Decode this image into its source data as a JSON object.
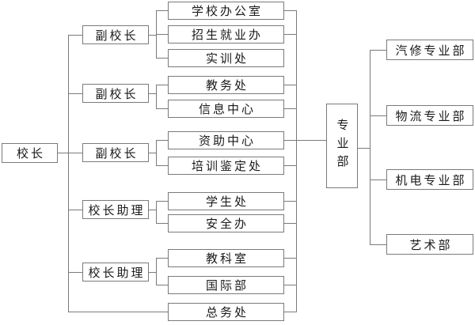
{
  "org_chart": {
    "principal": {
      "label": "校长"
    },
    "managers": [
      {
        "label": "副校长",
        "departments": [
          "学校办公室",
          "招生就业办",
          "实训处"
        ]
      },
      {
        "label": "副校长",
        "departments": [
          "教务处",
          "信息中心"
        ]
      },
      {
        "label": "副校长",
        "departments": [
          "资助中心",
          "培训鉴定处"
        ]
      },
      {
        "label": "校长助理",
        "departments": [
          "学生处",
          "安全办"
        ]
      },
      {
        "label": "校长助理",
        "departments": [
          "教科室",
          "国际部"
        ]
      }
    ],
    "direct_departments": [
      "总务处"
    ],
    "professional_division": {
      "label": "专业部",
      "sub_departments": [
        "汽修专业部",
        "物流专业部",
        "机电专业部",
        "艺术部"
      ]
    }
  },
  "colors": {
    "line": "#7a7a7a",
    "text": "#1a1a1a",
    "background": "#ffffff"
  }
}
